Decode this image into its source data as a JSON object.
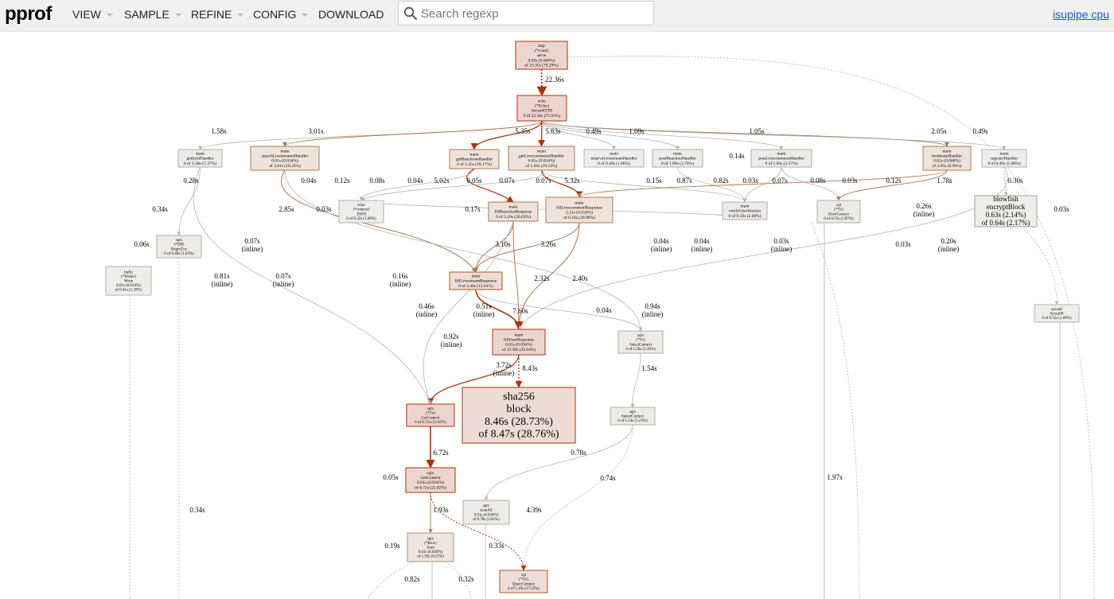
{
  "header": {
    "logo": "pprof",
    "menus": [
      {
        "label": "VIEW",
        "caret": true
      },
      {
        "label": "SAMPLE",
        "caret": true
      },
      {
        "label": "REFINE",
        "caret": true
      },
      {
        "label": "CONFIG",
        "caret": true
      },
      {
        "label": "DOWNLOAD",
        "caret": false
      }
    ],
    "search_placeholder": "Search regexp",
    "profile_link": "isupipe cpu"
  },
  "graph": {
    "nodes": [
      {
        "id": "http_serve",
        "lines": [
          "http",
          "(*conn)",
          "serve",
          "0.02s (0.068%)",
          "of 23.35s (79.29%)"
        ]
      },
      {
        "id": "echo_serve",
        "lines": [
          "echo",
          "(*Echo)",
          "ServeHTTP",
          "0 of 22.36s (75.93%)"
        ]
      },
      {
        "id": "getIconHandler",
        "lines": [
          "main",
          "getIconHandler",
          "0 of 1.58s (5.37%)"
        ]
      },
      {
        "id": "searchLivestreamsHandler",
        "lines": [
          "main",
          "searchLivestreamsHandler",
          "0.01s (0.034%)",
          "of 3.01s (10.22%)"
        ]
      },
      {
        "id": "getReactionsHandler",
        "lines": [
          "main",
          "getReactionsHandler",
          "0 of 5.35s (18.17%)"
        ]
      },
      {
        "id": "getLivecommentsHandler",
        "lines": [
          "main",
          "getLivecommentsHandler",
          "0.01s (0.034%)",
          "of 5.63s (19.12%)"
        ]
      },
      {
        "id": "reserveLivestreamHandler",
        "lines": [
          "main",
          "reserveLivestreamHandler",
          "0 of 0.49s (1.66%)"
        ]
      },
      {
        "id": "postReactionHandler",
        "lines": [
          "main",
          "postReactionHandler",
          "0 of 1.09s (3.70%)"
        ]
      },
      {
        "id": "postLivecommentHandler",
        "lines": [
          "main",
          "postLivecommentHandler",
          "0 of 1.05s (3.57%)"
        ]
      },
      {
        "id": "moderateHandler",
        "lines": [
          "main",
          "moderateHandler",
          "0.02s (0.068%)",
          "of 2.05s (6.96%)"
        ]
      },
      {
        "id": "registerHandler",
        "lines": [
          "main",
          "registerHandler",
          "0 of 0.49s (1.66%)"
        ]
      },
      {
        "id": "echo_JSON",
        "lines": [
          "echo",
          "(*context)",
          "JSON",
          "0 of 0.32s (1.09%)"
        ]
      },
      {
        "id": "fillReactionResponse",
        "lines": [
          "main",
          "fillReactionResponse",
          "0 of 5.10s (20.03%)"
        ]
      },
      {
        "id": "fillLivecommentResponse",
        "lines": [
          "main",
          "fillLivecommentResponse",
          "2.21s (0.034%)",
          "of 6.18s (20.98%)"
        ]
      },
      {
        "id": "verifyUserSession",
        "lines": [
          "main",
          "verifyUserSession",
          "0 of 0.59s (2.00%)"
        ]
      },
      {
        "id": "sql_ExecContext",
        "lines": [
          "sql",
          "(*Tx)",
          "ExecContext",
          "0 of 0.55s (1.87%)"
        ]
      },
      {
        "id": "blowfish",
        "lines": [
          "blowfish",
          "encryptBlock",
          "0.63s (2.14%)",
          "of 0.64s (2.17%)"
        ]
      },
      {
        "id": "sqlx_BeginTxx",
        "lines": [
          "sqlx",
          "(*DB)",
          "BeginTxx",
          "0 of 0.46s (1.63%)"
        ]
      },
      {
        "id": "bufio_Write",
        "lines": [
          "bufio",
          "(*Writer)",
          "Write",
          "0.01s (0.034%)",
          "of 0.41s (1.39%)"
        ]
      },
      {
        "id": "fillLivestreamResponse",
        "lines": [
          "main",
          "fillLivestreamResponse",
          "0 of 3.46s (12.01%)"
        ]
      },
      {
        "id": "fillUserResponse",
        "lines": [
          "main",
          "fillUserResponse",
          "0.01s (0.034%)",
          "of 12.38s (42.04%)"
        ]
      },
      {
        "id": "sqlx_SelectContext_tx",
        "lines": [
          "sqlx",
          "(*Tx)",
          "SelectContext",
          "0 of 1.56s (5.30%)"
        ]
      },
      {
        "id": "syscall",
        "lines": [
          "syscall",
          "Syscall6",
          "0 of 0.32s (1.09%)"
        ]
      },
      {
        "id": "sha256",
        "lines": [
          "sha256",
          "block",
          "8.46s (28.73%)",
          "of 8.47s (28.76%)"
        ]
      },
      {
        "id": "sqlx_GetContext_tx",
        "lines": [
          "sqlx",
          "(*Tx)",
          "GetContext",
          "0 of 6.72s (22.82%)"
        ]
      },
      {
        "id": "sqlx_SelectContext",
        "lines": [
          "sqlx",
          "SelectContext",
          "0 of 1.54s (5.23%)"
        ]
      },
      {
        "id": "sqlx_GetContext",
        "lines": [
          "sqlx",
          "GetContext",
          "0.01s (0.034%)",
          "of 6.72s (22.82%)"
        ]
      },
      {
        "id": "sqlx_scanAll",
        "lines": [
          "sqlx",
          "scanAll",
          "0.01s (0.034%)",
          "of 0.78s (2.65%)"
        ]
      },
      {
        "id": "sqlx_Scan",
        "lines": [
          "sqlx",
          "(*Row)",
          "Scan",
          "0.01s (0.034%)",
          "of 1.93s (6.55%)"
        ]
      },
      {
        "id": "sql_QueryContext",
        "lines": [
          "sql",
          "(*Tx)",
          "QueryContext",
          "0 of 5.16s (17.52%)"
        ]
      }
    ],
    "edge_labels": [
      "22.36s",
      "1.58s",
      "3.01s",
      "5.35s",
      "5.63s",
      "0.49s",
      "1.09s",
      "1.05s",
      "2.05s",
      "0.49s",
      "0.14s",
      "0.28s",
      "0.04s",
      "0.12s",
      "0.08s",
      "0.04s",
      "5.02s",
      "0.05s",
      "0.07s",
      "0.07s",
      "5.32s",
      "0.15s",
      "0.87s",
      "0.82s",
      "0.03s",
      "0.07s",
      "0.08s",
      "0.03s",
      "0.12s",
      "1.78s",
      "0.30s",
      "0.34s",
      "2.85s",
      "0.03s",
      "0.17s",
      "0.26s (inline)",
      "0.03s",
      "0.06s",
      "0.07s (inline)",
      "3.10s",
      "3.26s",
      "0.04s (inline)",
      "0.04s (inline)",
      "0.03s (inline)",
      "0.03s",
      "0.20s (inline)",
      "0.81s (inline)",
      "0.07s (inline)",
      "0.16s (inline)",
      "2.32s",
      "2.40s",
      "0.46s (inline)",
      "0.51s (inline)",
      "7.60s",
      "0.04s",
      "0.94s (inline)",
      "0.92s (inline)",
      "3.72s (inline)",
      "8.43s",
      "1.54s",
      "0.78s",
      "6.72s",
      "0.74s",
      "0.05s",
      "1.97s",
      "0.34s",
      "1.93s",
      "4.39s",
      "0.19s",
      "0.33s",
      "0.82s",
      "0.32s"
    ]
  },
  "colors": {
    "topbar_bg": "#f0f0f0",
    "link": "#1a55e0",
    "hot_edge": "#b23100",
    "warm_edge": "#b27749",
    "cold_edge": "#b2b2b2"
  }
}
